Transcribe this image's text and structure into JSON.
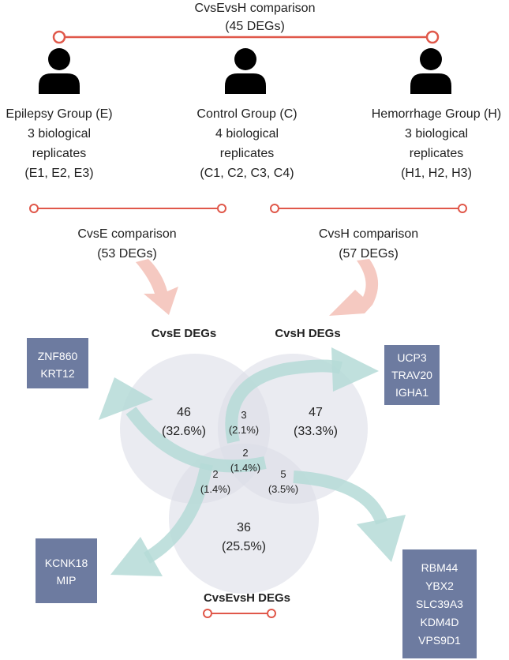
{
  "top": {
    "title": "CvsEvsH comparison",
    "subtitle": "(45 DEGs)"
  },
  "groups": [
    {
      "line1": "Epilepsy Group (E)",
      "line2": "3 biological",
      "line3": "replicates",
      "line4": "(E1, E2, E3)"
    },
    {
      "line1": "Control Group (C)",
      "line2": "4 biological",
      "line3": "replicates",
      "line4": "(C1, C2, C3, C4)"
    },
    {
      "line1": "Hemorrhage Group (H)",
      "line2": "3 biological",
      "line3": "replicates",
      "line4": "(H1, H2, H3)"
    }
  ],
  "comparisons": [
    {
      "title": "CvsE comparison",
      "subtitle": "(53 DEGs)"
    },
    {
      "title": "CvsH comparison",
      "subtitle": "(57 DEGs)"
    }
  ],
  "set_labels": {
    "cvse": "CvsE DEGs",
    "cvsh": "CvsH DEGs",
    "cvsevsh": "CvsEvsH DEGs"
  },
  "regions": {
    "e_only": {
      "count": "46",
      "pct": "(32.6%)"
    },
    "h_only": {
      "count": "47",
      "pct": "(33.3%)"
    },
    "eh_only": {
      "count": "3",
      "pct": "(2.1%)"
    },
    "all": {
      "count": "2",
      "pct": "(1.4%)"
    },
    "e_tri": {
      "count": "2",
      "pct": "(1.4%)"
    },
    "h_tri": {
      "count": "5",
      "pct": "(3.5%)"
    },
    "tri_only": {
      "count": "36",
      "pct": "(25.5%)"
    }
  },
  "gene_boxes": {
    "top_left": [
      "ZNF860",
      "KRT12"
    ],
    "top_right": [
      "UCP3",
      "TRAV20",
      "IGHA1"
    ],
    "bottom_left": [
      "KCNK18",
      "MIP"
    ],
    "bottom_right": [
      "RBM44",
      "YBX2",
      "SLC39A3",
      "KDM4D",
      "VPS9D1"
    ]
  },
  "colors": {
    "line": "#e0584a",
    "arrow_pink": "#f5c9c1",
    "arrow_teal": "#b5dbd7",
    "circle": "#dcdde8",
    "gene_box": "#6d7ba0",
    "person": "#000000"
  }
}
